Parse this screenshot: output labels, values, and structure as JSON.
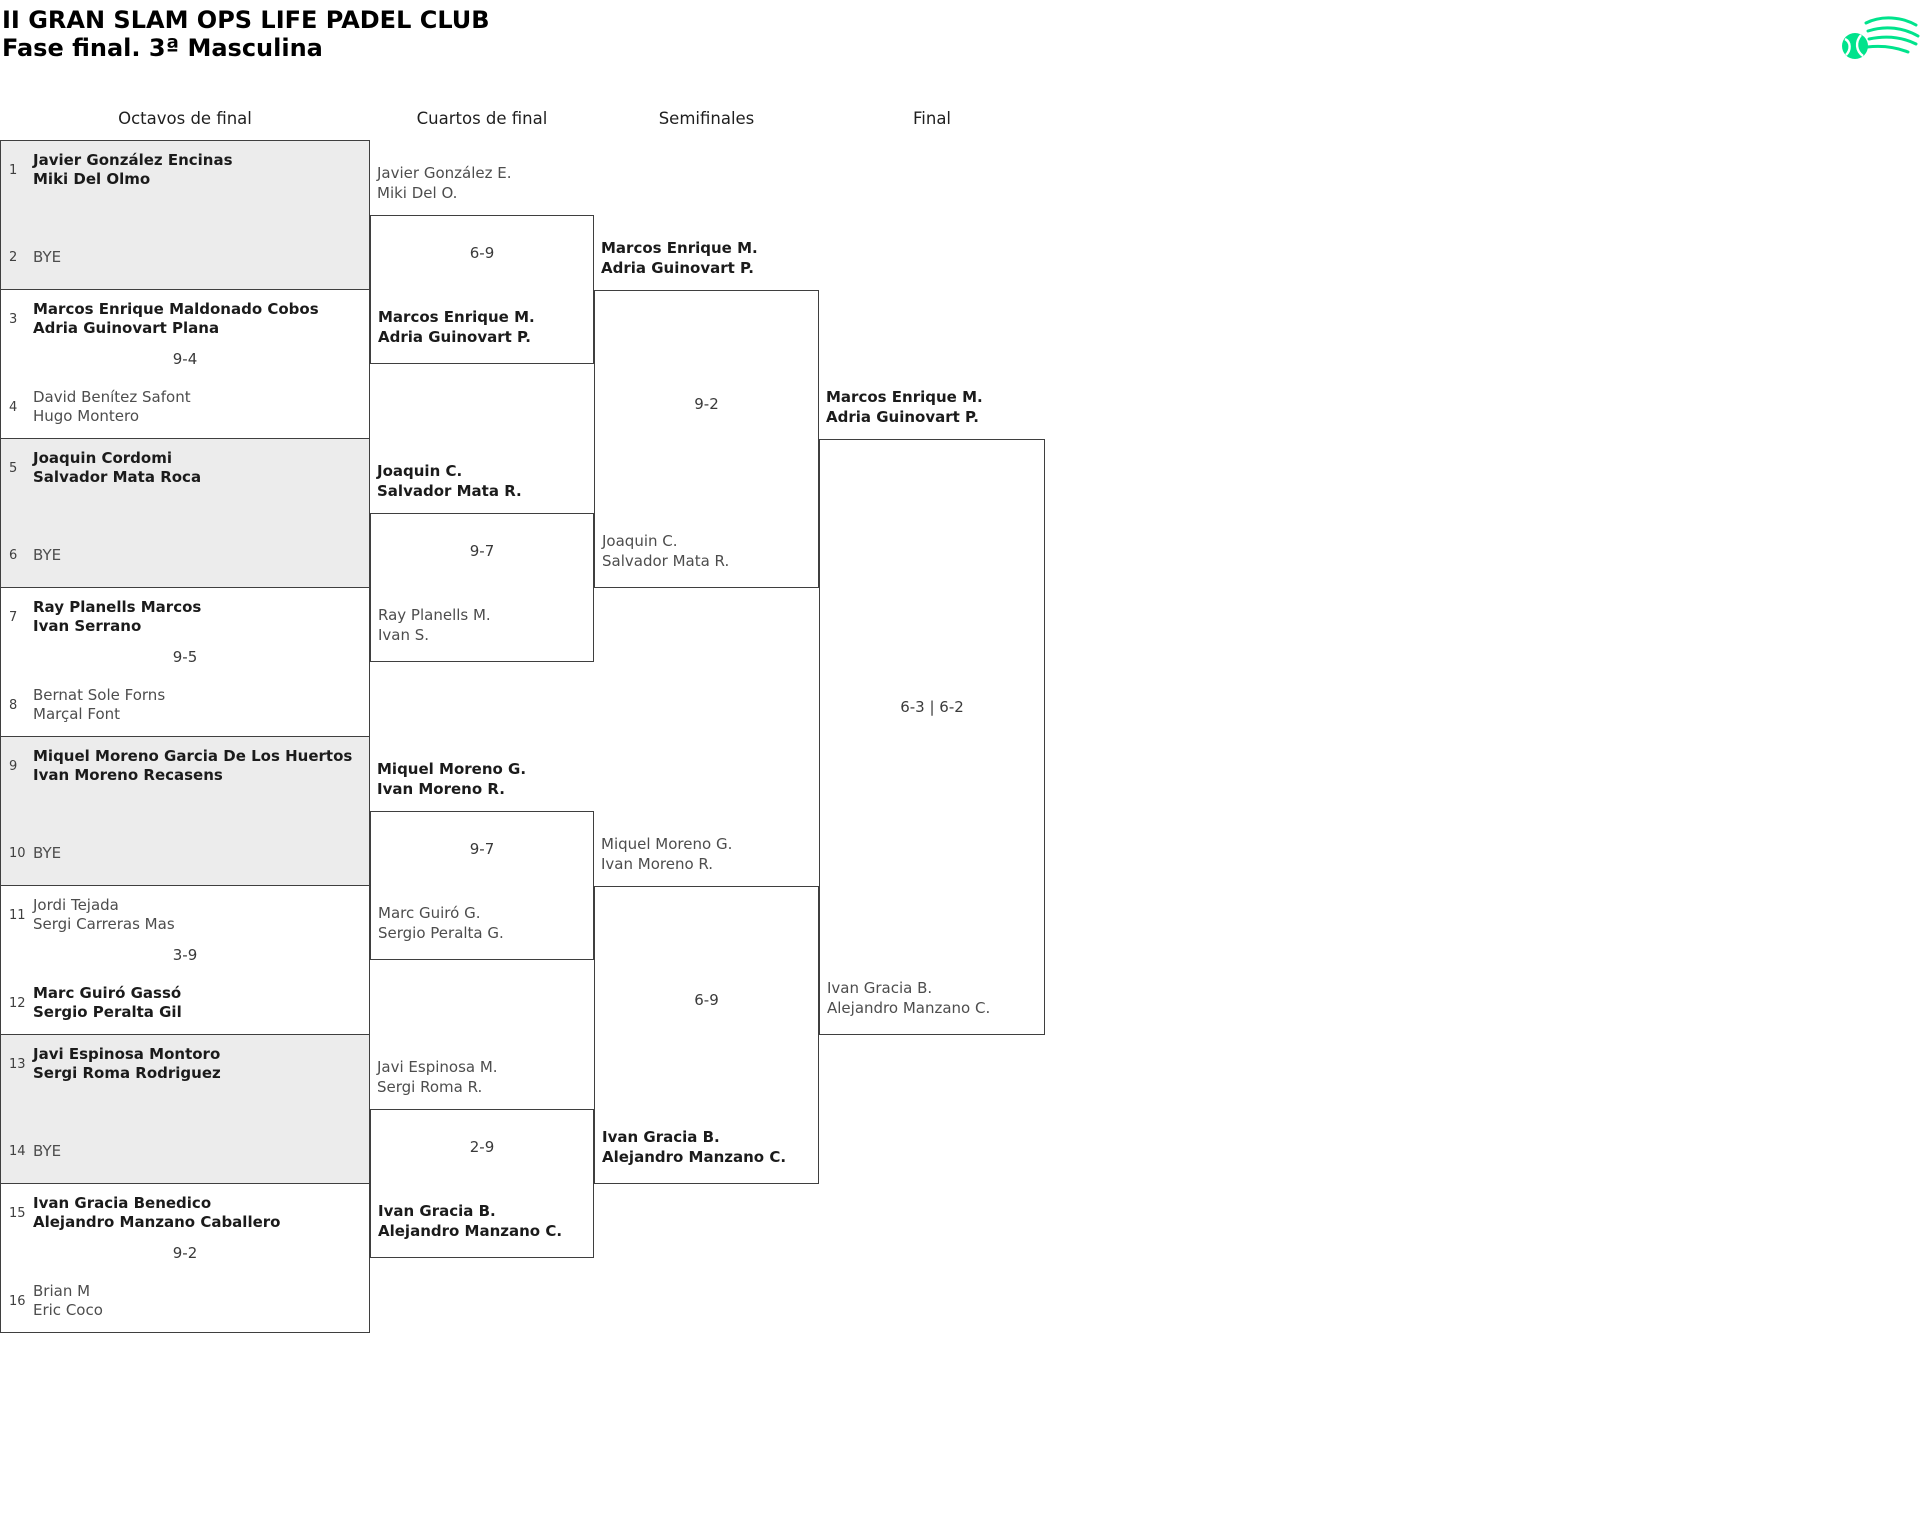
{
  "header": {
    "title": "II GRAN SLAM OPS LIFE PADEL CLUB",
    "subtitle": "Fase final. 3ª Masculina"
  },
  "logo": {
    "icon": "padel-ball-swoosh-icon",
    "color": "#00E38C"
  },
  "colors": {
    "accent_green": "#00E38C",
    "shaded_box": "#ECECEC",
    "box_border": "#3F3F3F",
    "winner_text": "#1B1B1B",
    "loser_text": "#4D4D4D"
  },
  "chart_data": {
    "type": "table",
    "title": "II GRAN SLAM OPS LIFE PADEL CLUB",
    "subtitle": "Fase final. 3ª Masculina",
    "rounds": [
      {
        "name": "Octavos de final",
        "matches": [
          {
            "score": "",
            "shaded": true,
            "top": {
              "seed": 1,
              "players": [
                "Javier González Encinas",
                "Miki Del Olmo"
              ],
              "winner": true
            },
            "bottom": {
              "seed": 2,
              "players": [
                "BYE"
              ],
              "winner": false
            }
          },
          {
            "score": "9-4",
            "shaded": false,
            "top": {
              "seed": 3,
              "players": [
                "Marcos Enrique Maldonado Cobos",
                "Adria Guinovart Plana"
              ],
              "winner": true
            },
            "bottom": {
              "seed": 4,
              "players": [
                "David Benítez Safont",
                "Hugo Montero"
              ],
              "winner": false
            }
          },
          {
            "score": "",
            "shaded": true,
            "top": {
              "seed": 5,
              "players": [
                "Joaquin Cordomi",
                "Salvador Mata Roca"
              ],
              "winner": true
            },
            "bottom": {
              "seed": 6,
              "players": [
                "BYE"
              ],
              "winner": false
            }
          },
          {
            "score": "9-5",
            "shaded": false,
            "top": {
              "seed": 7,
              "players": [
                "Ray Planells Marcos",
                "Ivan Serrano"
              ],
              "winner": true
            },
            "bottom": {
              "seed": 8,
              "players": [
                "Bernat Sole Forns",
                "Marçal Font"
              ],
              "winner": false
            }
          },
          {
            "score": "",
            "shaded": true,
            "top": {
              "seed": 9,
              "players": [
                "Miquel Moreno Garcia De Los Huertos",
                "Ivan Moreno Recasens"
              ],
              "winner": true
            },
            "bottom": {
              "seed": 10,
              "players": [
                "BYE"
              ],
              "winner": false
            }
          },
          {
            "score": "3-9",
            "shaded": false,
            "top": {
              "seed": 11,
              "players": [
                "Jordi Tejada",
                "Sergi Carreras Mas"
              ],
              "winner": false
            },
            "bottom": {
              "seed": 12,
              "players": [
                "Marc Guiró Gassó",
                "Sergio Peralta Gil"
              ],
              "winner": true
            }
          },
          {
            "score": "",
            "shaded": true,
            "top": {
              "seed": 13,
              "players": [
                "Javi Espinosa Montoro",
                "Sergi Roma Rodriguez"
              ],
              "winner": true
            },
            "bottom": {
              "seed": 14,
              "players": [
                "BYE"
              ],
              "winner": false
            }
          },
          {
            "score": "9-2",
            "shaded": false,
            "top": {
              "seed": 15,
              "players": [
                "Ivan Gracia Benedico",
                "Alejandro Manzano Caballero"
              ],
              "winner": true
            },
            "bottom": {
              "seed": 16,
              "players": [
                "Brian M",
                "Eric Coco"
              ],
              "winner": false
            }
          }
        ]
      },
      {
        "name": "Cuartos de final",
        "matches": [
          {
            "score": "6-9",
            "top": {
              "players": [
                "Javier González E.",
                "Miki Del O."
              ],
              "winner": false
            },
            "bottom": {
              "players": [
                "Marcos Enrique M.",
                "Adria Guinovart P."
              ],
              "winner": true
            }
          },
          {
            "score": "9-7",
            "top": {
              "players": [
                "Joaquin C.",
                "Salvador Mata R."
              ],
              "winner": true
            },
            "bottom": {
              "players": [
                "Ray Planells M.",
                "Ivan S."
              ],
              "winner": false
            }
          },
          {
            "score": "9-7",
            "top": {
              "players": [
                "Miquel Moreno G.",
                "Ivan Moreno R."
              ],
              "winner": true
            },
            "bottom": {
              "players": [
                "Marc Guiró G.",
                "Sergio Peralta G."
              ],
              "winner": false
            }
          },
          {
            "score": "2-9",
            "top": {
              "players": [
                "Javi Espinosa M.",
                "Sergi Roma R."
              ],
              "winner": false
            },
            "bottom": {
              "players": [
                "Ivan Gracia B.",
                "Alejandro Manzano C."
              ],
              "winner": true
            }
          }
        ]
      },
      {
        "name": "Semifinales",
        "matches": [
          {
            "score": "9-2",
            "top": {
              "players": [
                "Marcos Enrique M.",
                "Adria Guinovart P."
              ],
              "winner": true
            },
            "bottom": {
              "players": [
                "Joaquin C.",
                "Salvador Mata R."
              ],
              "winner": false
            }
          },
          {
            "score": "6-9",
            "top": {
              "players": [
                "Miquel Moreno G.",
                "Ivan Moreno R."
              ],
              "winner": false
            },
            "bottom": {
              "players": [
                "Ivan Gracia B.",
                "Alejandro Manzano C."
              ],
              "winner": true
            }
          }
        ]
      },
      {
        "name": "Final",
        "matches": [
          {
            "score": "6-3 | 6-2",
            "top": {
              "players": [
                "Marcos Enrique M.",
                "Adria Guinovart P."
              ],
              "winner": true
            },
            "bottom": {
              "players": [
                "Ivan Gracia B.",
                "Alejandro Manzano C."
              ],
              "winner": false
            }
          }
        ]
      }
    ]
  }
}
